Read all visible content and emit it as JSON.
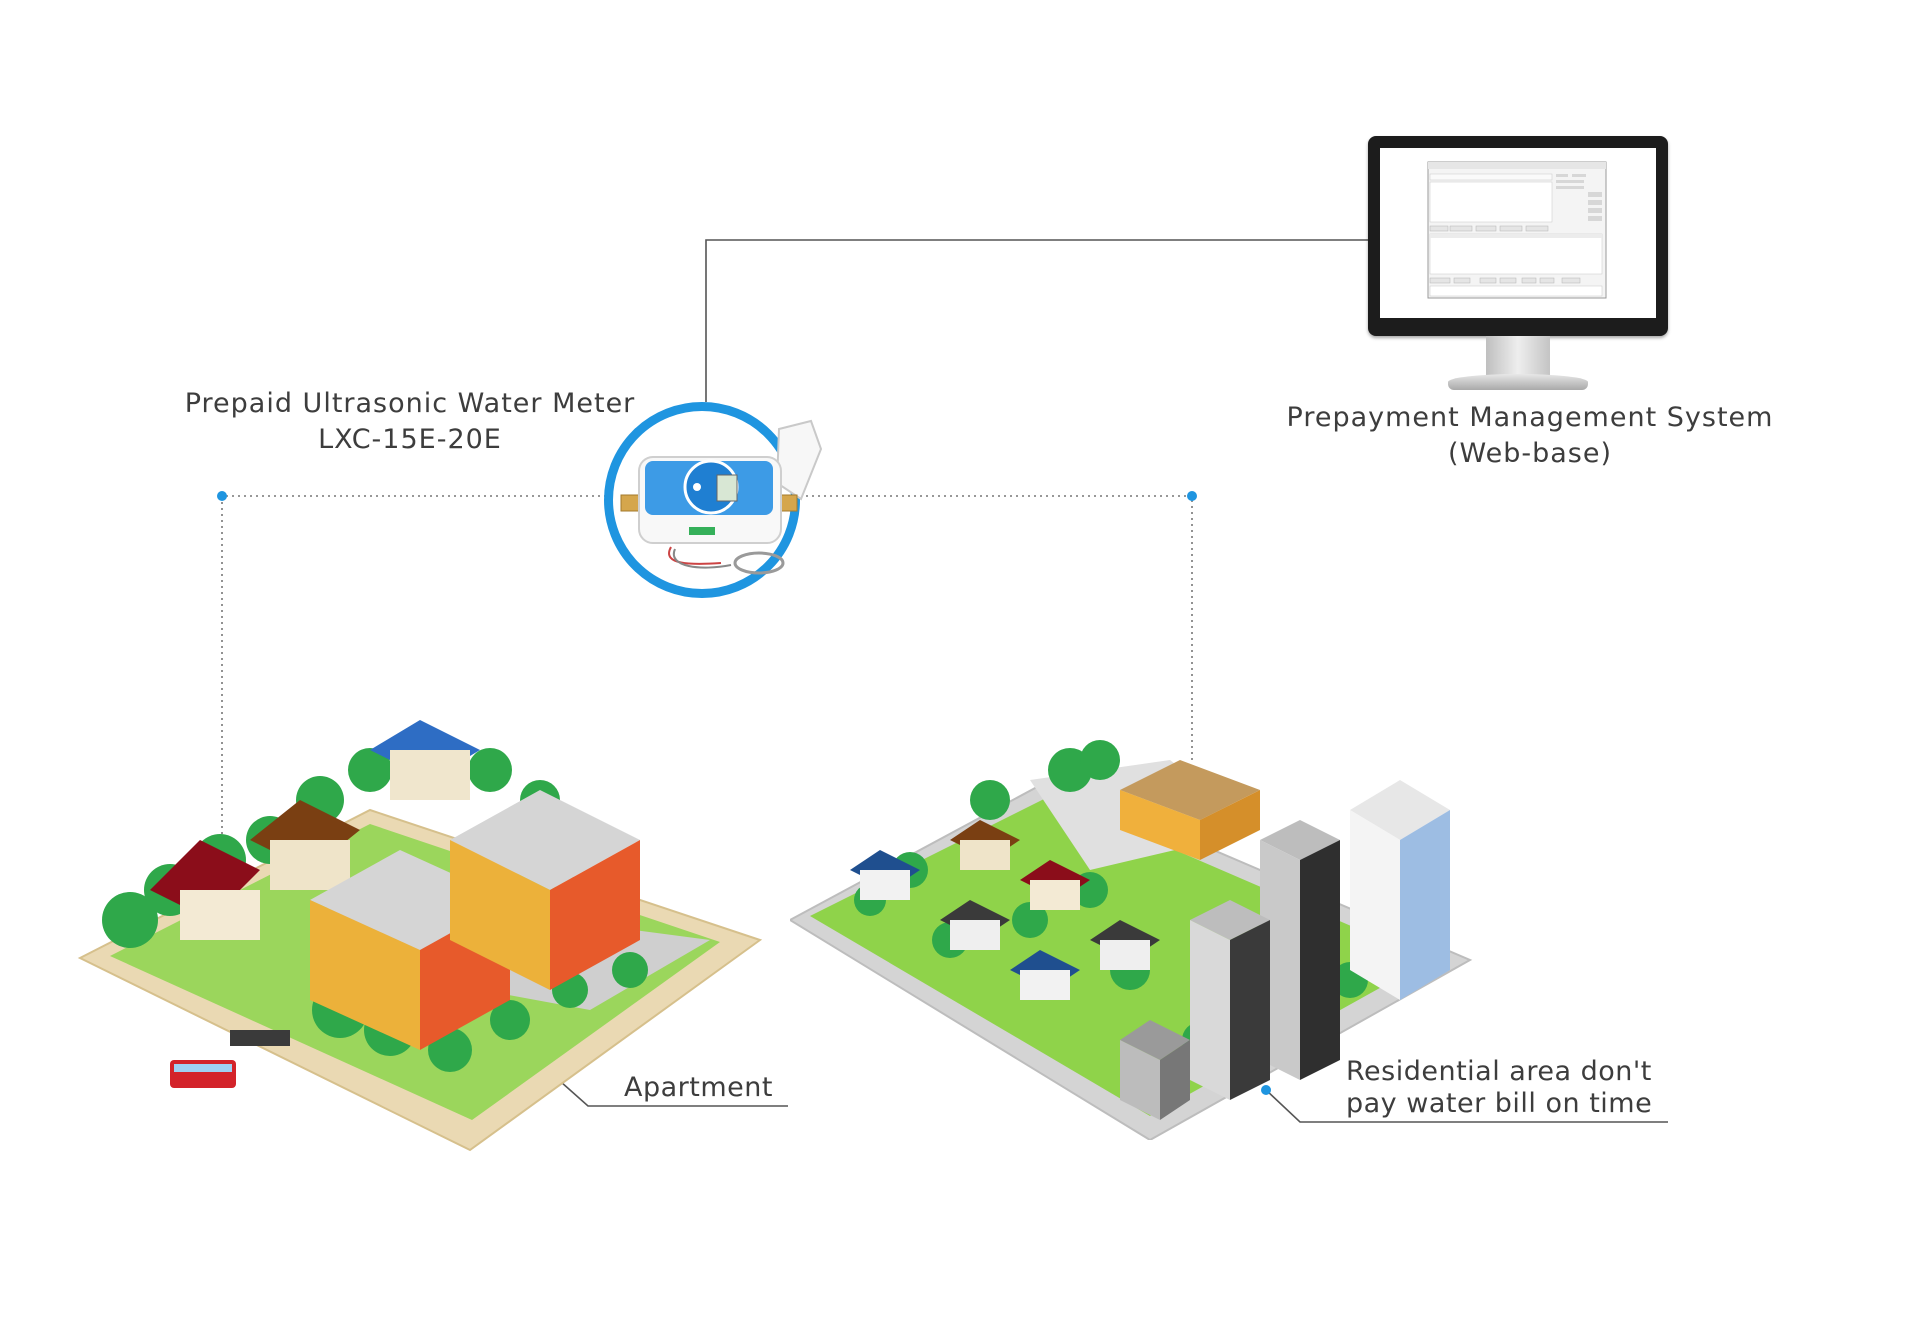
{
  "meter": {
    "title_line1": "Prepaid Ultrasonic Water Meter",
    "title_line2": "LXC-15E-20E"
  },
  "system": {
    "title_line1": "Prepayment Management System",
    "title_line2": "(Web-base)"
  },
  "apartment": {
    "label": "Apartment"
  },
  "residential": {
    "label_line1": "Residential area don't",
    "label_line2": "pay water bill on time"
  },
  "colors": {
    "accent": "#1f95e0",
    "connector": "#555555",
    "grass": "#8fd34a",
    "road": "#c9c9c9"
  }
}
